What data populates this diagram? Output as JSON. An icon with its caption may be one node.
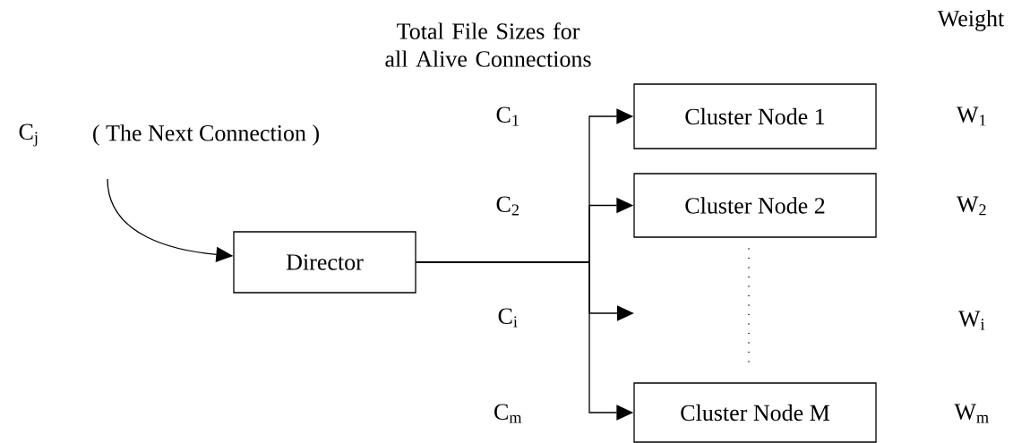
{
  "diagram": {
    "nodes": [
      {
        "text": [
          "Director"
        ]
      },
      {
        "text": [
          "Cluster Node 1"
        ]
      },
      {
        "text": [
          "Cluster Node 2"
        ]
      },
      {
        "text": [
          "Cluster Node M"
        ]
      }
    ],
    "edges": [
      {
        "from": null,
        "to": 0,
        "arrow": "to"
      },
      {
        "from": 0,
        "to": 1,
        "arrow": "to"
      },
      {
        "from": 0,
        "to": 2,
        "arrow": "to"
      },
      {
        "from": 0,
        "to": null,
        "arrow": "to"
      },
      {
        "from": 0,
        "to": 3,
        "arrow": "to"
      }
    ],
    "labels": [
      "Weight",
      "Total File Sizes for all Alive Connections",
      "C$_{j}$",
      "( The Next Connection )",
      "C$_{1}$",
      "W$_{1}$",
      "C$_{2}$",
      "W$_{2}$",
      "C$_{i}$",
      "W$_{i}$",
      "C$_{m}$",
      "W$_{m}$"
    ]
  }
}
